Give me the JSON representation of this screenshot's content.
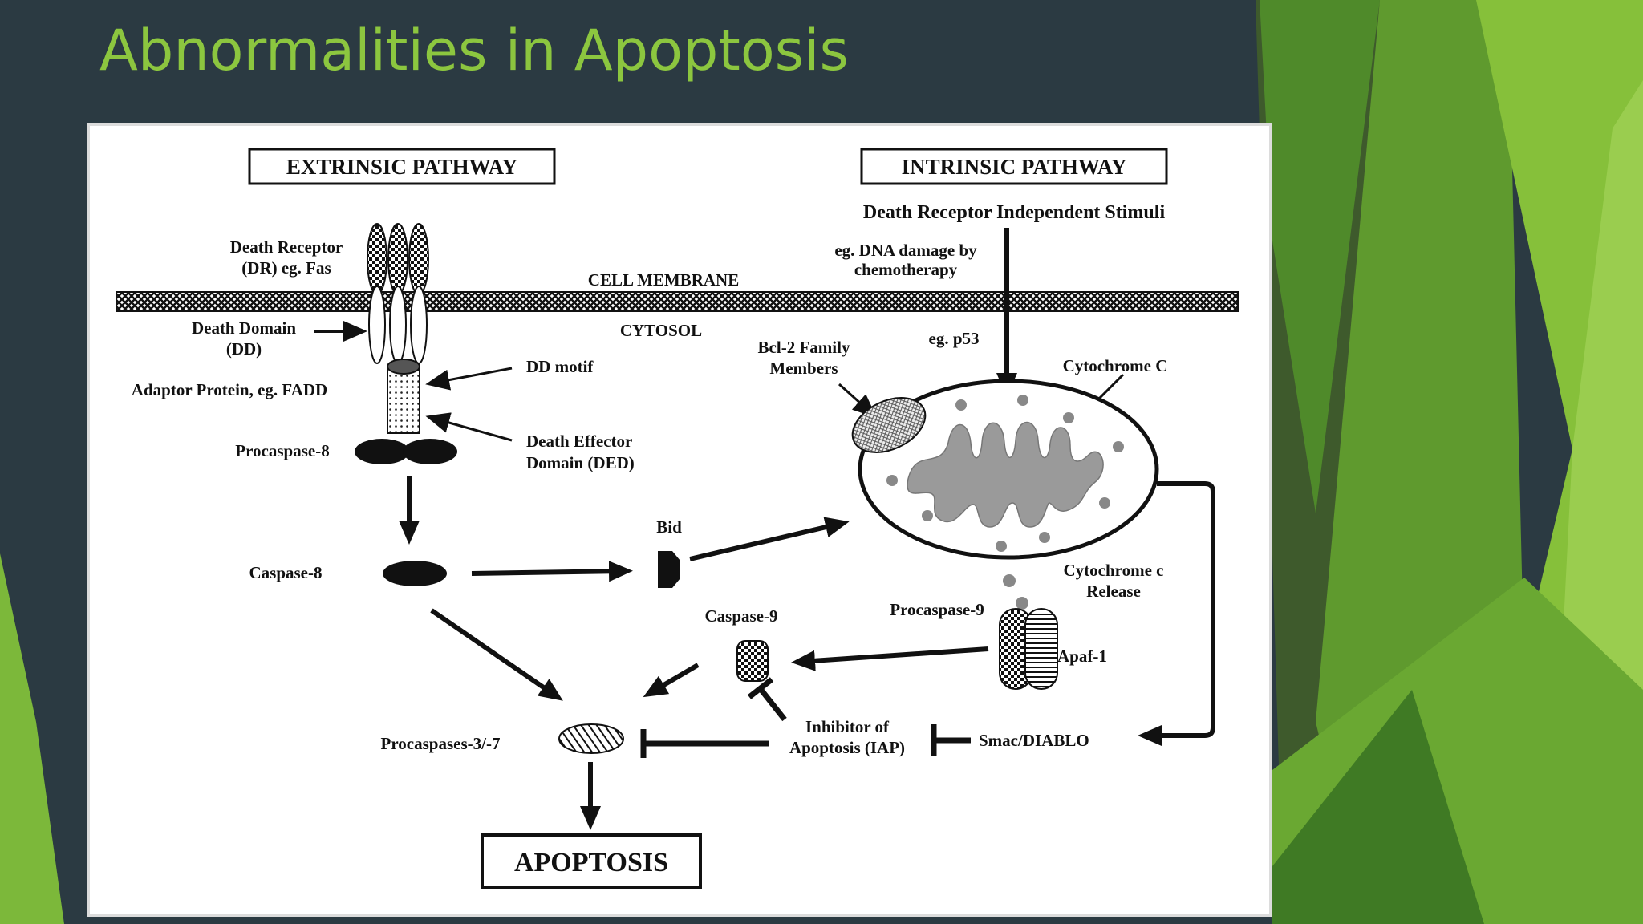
{
  "slide": {
    "title": "Abnormalities in Apoptosis",
    "colors": {
      "background": "#2b3a42",
      "title": "#8cc63f",
      "accent_green": "#7cb83a",
      "dark_green": "#4a7a26"
    }
  },
  "diagram": {
    "extrinsic": {
      "header": "EXTRINSIC PATHWAY",
      "death_receptor": [
        "Death Receptor",
        "(DR) eg. Fas"
      ],
      "death_domain": [
        "Death Domain",
        "(DD)"
      ],
      "adaptor": "Adaptor Protein, eg. FADD",
      "procaspase8": "Procaspase-8",
      "dd_motif": "DD motif",
      "ded": [
        "Death Effector",
        "Domain (DED)"
      ],
      "caspase8": "Caspase-8"
    },
    "intrinsic": {
      "header": "INTRINSIC PATHWAY",
      "stimuli": "Death Receptor Independent Stimuli",
      "dna_damage": [
        "eg. DNA damage by",
        "chemotherapy"
      ],
      "p53": "eg. p53",
      "bcl2": [
        "Bcl-2 Family",
        "Members"
      ],
      "cytochrome_c": "Cytochrome C",
      "cytochrome_release": [
        "Cytochrome c",
        "Release"
      ],
      "procaspase9": "Procaspase-9",
      "apaf1": "Apaf-1",
      "caspase9": "Caspase-9",
      "smac": "Smac/DIABLO",
      "iap": [
        "Inhibitor of",
        "Apoptosis (IAP)"
      ]
    },
    "cell_membrane": "CELL MEMBRANE",
    "cytosol": "CYTOSOL",
    "bid": "Bid",
    "procaspases37": "Procaspases-3/-7",
    "apoptosis": "APOPTOSIS"
  }
}
